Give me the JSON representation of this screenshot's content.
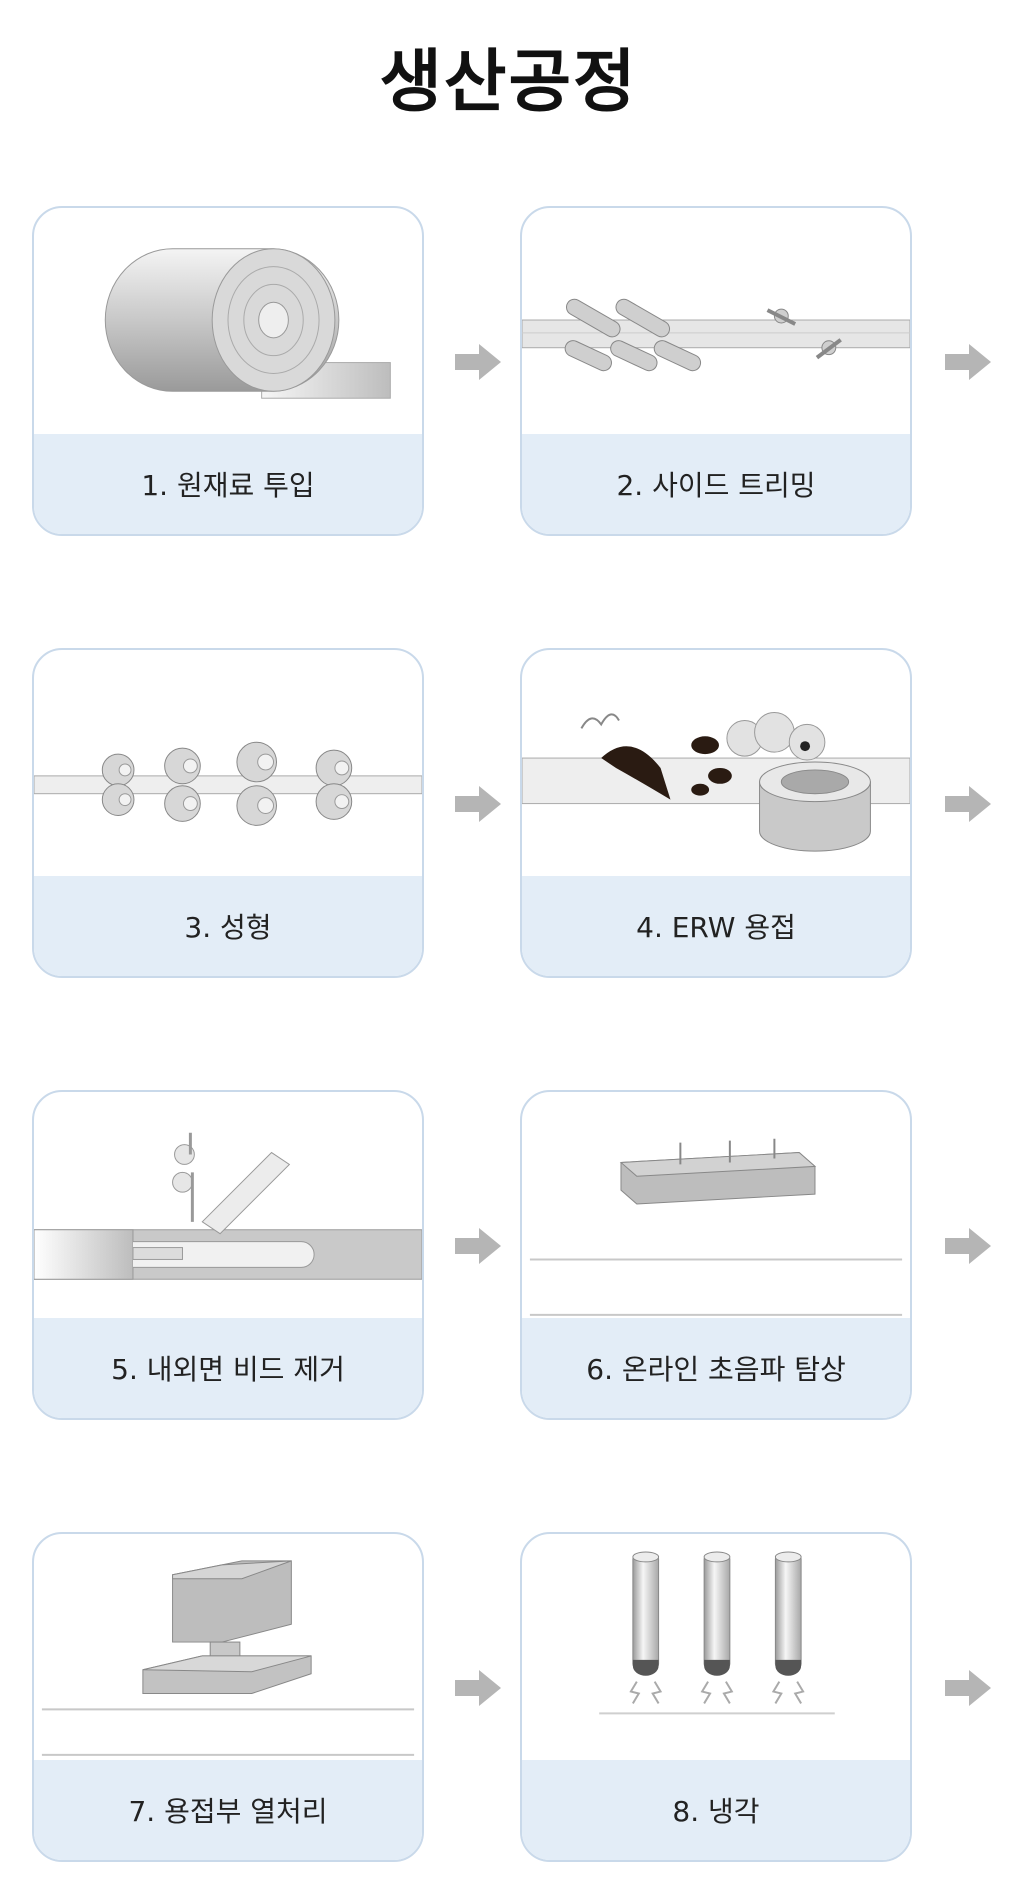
{
  "page": {
    "title": "생산공정"
  },
  "steps": [
    {
      "label": "1. 원재료 투입",
      "icon": "coil-icon"
    },
    {
      "label": "2. 사이드 트리밍",
      "icon": "side-trimming-icon"
    },
    {
      "label": "3. 성형",
      "icon": "forming-rolls-icon"
    },
    {
      "label": "4. ERW 용접",
      "icon": "erw-welding-icon"
    },
    {
      "label": "5. 내외면 비드 제거",
      "icon": "bead-removal-icon"
    },
    {
      "label": "6. 온라인 초음파 탐상",
      "icon": "ultrasonic-inspection-icon"
    },
    {
      "label": "7. 용접부 열처리",
      "icon": "heat-treatment-icon"
    },
    {
      "label": "8. 냉각",
      "icon": "cooling-icon"
    }
  ],
  "colors": {
    "card_border": "#c9d9ea",
    "caption_bg": "#e3edf7",
    "arrow": "#b5b5b5"
  }
}
